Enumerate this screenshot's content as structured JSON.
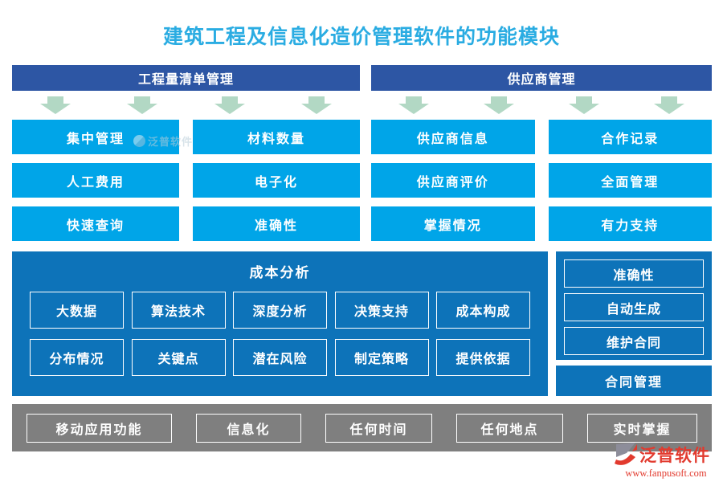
{
  "title": "建筑工程及信息化造价管理软件的功能模块",
  "sections": {
    "left": {
      "header": "工程量清单管理",
      "buttons": [
        "集中管理",
        "材料数量",
        "人工费用",
        "电子化",
        "快速查询",
        "准确性"
      ]
    },
    "right": {
      "header": "供应商管理",
      "buttons": [
        "供应商信息",
        "合作记录",
        "供应商评价",
        "全面管理",
        "掌握情况",
        "有力支持"
      ]
    }
  },
  "cost_analysis": {
    "title": "成本分析",
    "row1": [
      "大数据",
      "算法技术",
      "深度分析",
      "决策支持",
      "成本构成"
    ],
    "row2": [
      "分布情况",
      "关键点",
      "潜在风险",
      "制定策略",
      "提供依据"
    ]
  },
  "contract_panel": {
    "buttons": [
      "准确性",
      "自动生成",
      "维护合同"
    ]
  },
  "contract_bar": {
    "label": "合同管理"
  },
  "bottom_bar": {
    "buttons": [
      "移动应用功能",
      "信息化",
      "任何时间",
      "任何地点",
      "实时掌握"
    ]
  },
  "watermark": {
    "text": "泛普软件"
  },
  "logo": {
    "name": "泛普软件",
    "url": "www.fanpusoft.com"
  },
  "colors": {
    "title_cyan": "#2AACE2",
    "header_dark_blue": "#2D56A4",
    "button_cyan": "#00A5E8",
    "panel_blue": "#0D73B9",
    "arrow_green": "#B2D8C4",
    "bar_gray": "#7F7F7F",
    "logo_red": "#E23A2E"
  }
}
